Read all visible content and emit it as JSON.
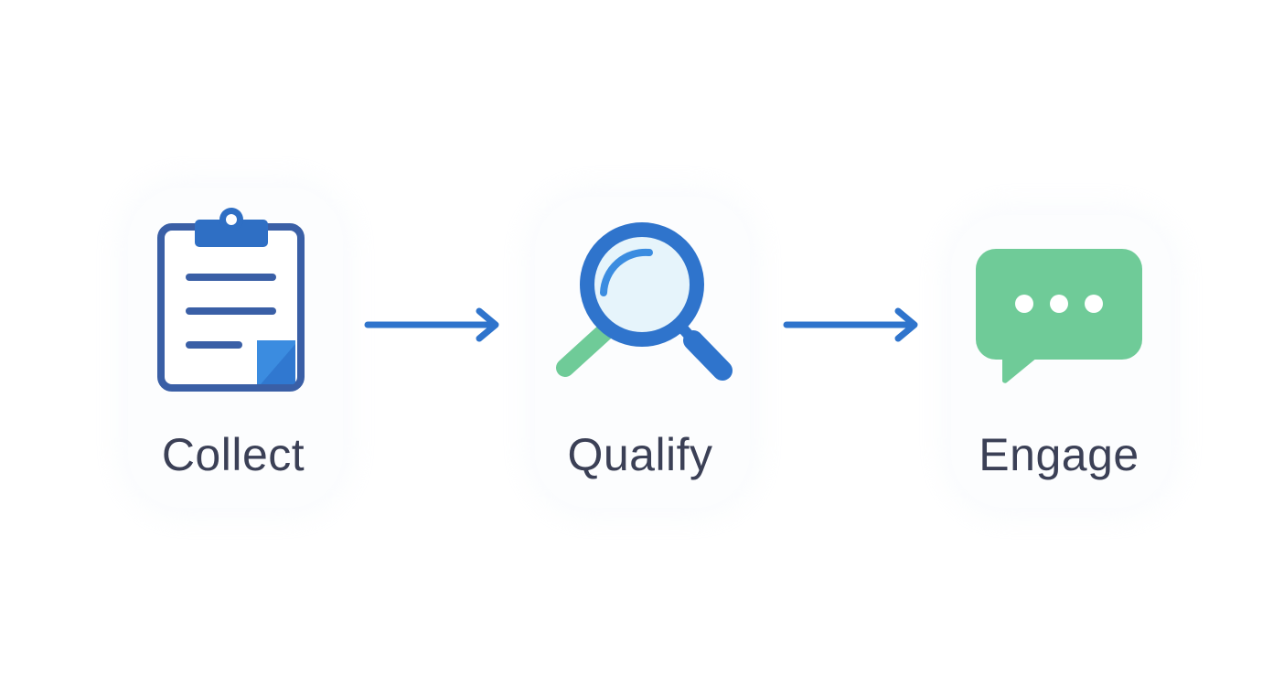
{
  "diagram": {
    "type": "process-flow",
    "steps": [
      {
        "label": "Collect",
        "icon": "clipboard-icon"
      },
      {
        "label": "Qualify",
        "icon": "magnifying-glass-icon"
      },
      {
        "label": "Engage",
        "icon": "chat-bubble-icon"
      }
    ],
    "connectors": [
      {
        "from": "Collect",
        "to": "Qualify",
        "icon": "arrow-right-icon"
      },
      {
        "from": "Qualify",
        "to": "Engage",
        "icon": "arrow-right-icon"
      }
    ],
    "colors": {
      "primary_blue": "#2f74cc",
      "dark_blue": "#3a5fa6",
      "light_blue_accent": "#3b8ce0",
      "lens_fill": "#e6f4fb",
      "green": "#6fcb98",
      "text": "#3b4056",
      "background": "#ffffff"
    }
  }
}
